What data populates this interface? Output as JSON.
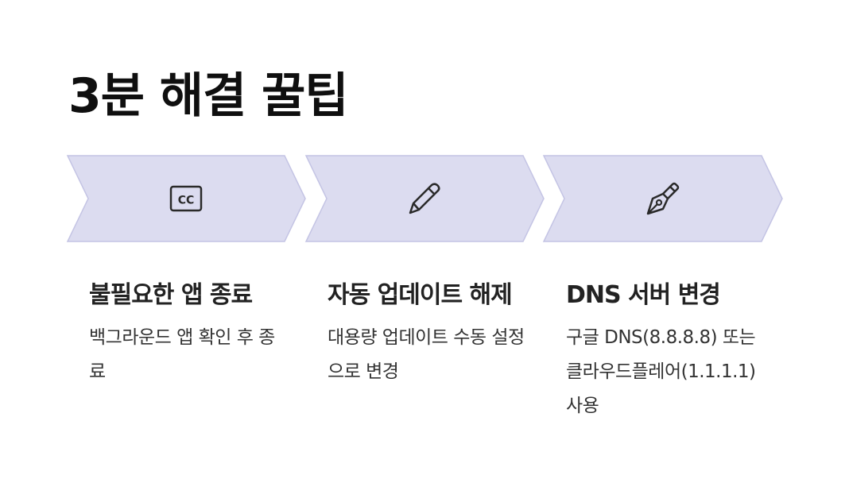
{
  "title": "3분 해결 꿀팁",
  "colors": {
    "chevron_fill": "#dcdcf0",
    "chevron_stroke": "#c4c4e4",
    "icon_stroke": "#2a2a2a"
  },
  "steps": [
    {
      "icon": "closed-caption-icon",
      "title": "불필요한 앱 종료",
      "description": "백그라운드 앱 확인 후 종료"
    },
    {
      "icon": "pencil-icon",
      "title": "자동 업데이트 해제",
      "description": "대용량 업데이트 수동 설정으로 변경"
    },
    {
      "icon": "pen-nib-icon",
      "title": "DNS 서버 변경",
      "description": "구글 DNS(8.8.8.8) 또는 클라우드플레어(1.1.1.1) 사용"
    }
  ]
}
